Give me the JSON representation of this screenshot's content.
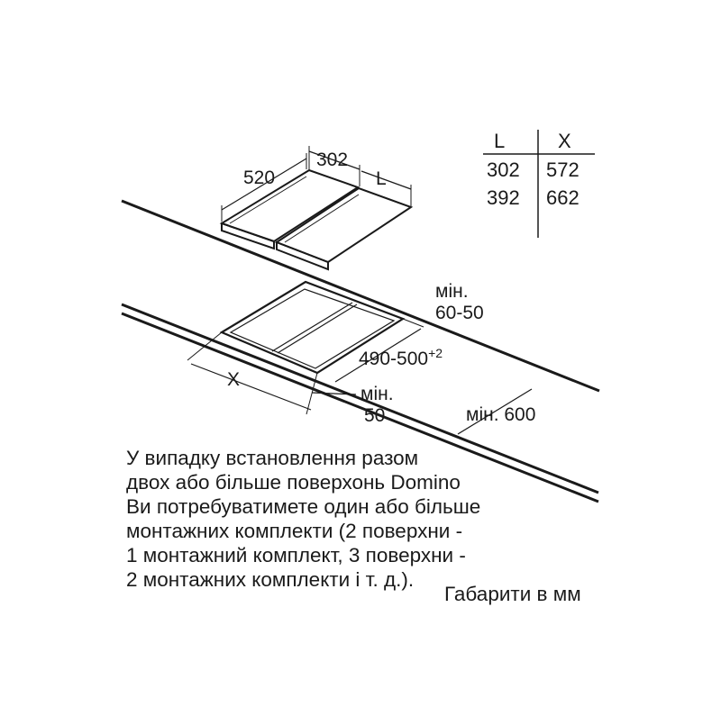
{
  "dimensions": {
    "hob_depth": "520",
    "hob_width": "302",
    "hob_length": "L",
    "min_depth_label": "мін.",
    "min_depth_value": "60-50",
    "cutout_depth": "490-500",
    "cutout_tolerance": "+2",
    "cutout_width": "X",
    "min_edge_label": "мін.",
    "min_edge_value": "50",
    "min_wall": "мін. 600"
  },
  "size_table": {
    "headers": [
      "L",
      "X"
    ],
    "rows": [
      [
        "302",
        "572"
      ],
      [
        "392",
        "662"
      ]
    ]
  },
  "note": {
    "lines": [
      "У випадку встановлення разом",
      "двох або більше поверхонь Domino",
      "Ви потребуватимете один або більше",
      "монтажних комплекти (2 поверхни -",
      "1 монтажний комплект, 3 поверхни -",
      "2 монтажних комплекти і т. д.)."
    ],
    "units": "Габарити в мм"
  }
}
